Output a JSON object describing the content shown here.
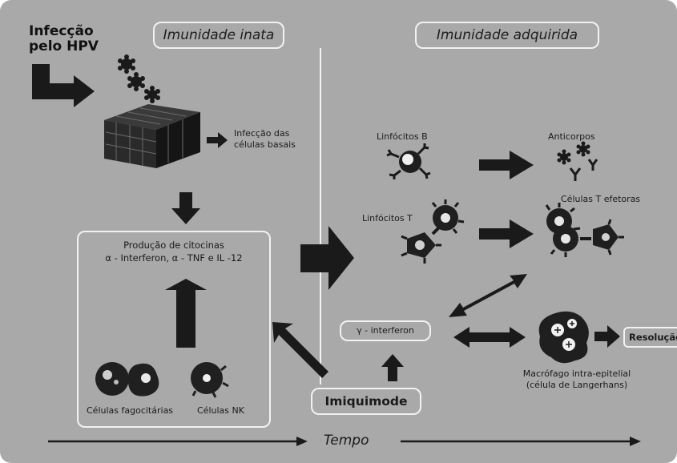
{
  "header": {
    "infection_line1": "Infecção",
    "infection_line2": "pelo HPV",
    "innate_title": "Imunidade inata",
    "acquired_title": "Imunidade adquirida"
  },
  "innate": {
    "basal_infection_line1": "Infecção das",
    "basal_infection_line2": "células basais",
    "cytokines_line1": "Produção de citocinas",
    "cytokines_line2": "α - Interferon, α - TNF e IL -12",
    "phagocytic_label": "Células fagocitárias",
    "nk_label": "Células NK"
  },
  "acquired": {
    "b_lymph": "Linfócitos B",
    "antibodies": "Anticorpos",
    "t_lymph": "Linfócitos T",
    "effector_t": "Células T efetoras",
    "gamma_interferon": "γ - interferon",
    "macrophage_line1": "Macrófago intra-epitelial",
    "macrophage_line2": "(célula de Langerhans)",
    "resolution": "Resolução"
  },
  "imiquimod": "Imiquimode",
  "time_label": "Tempo",
  "colors": {
    "background": "#a9a9a9",
    "arrows": "#1a1a1a",
    "box_border": "#f2f2f2"
  }
}
